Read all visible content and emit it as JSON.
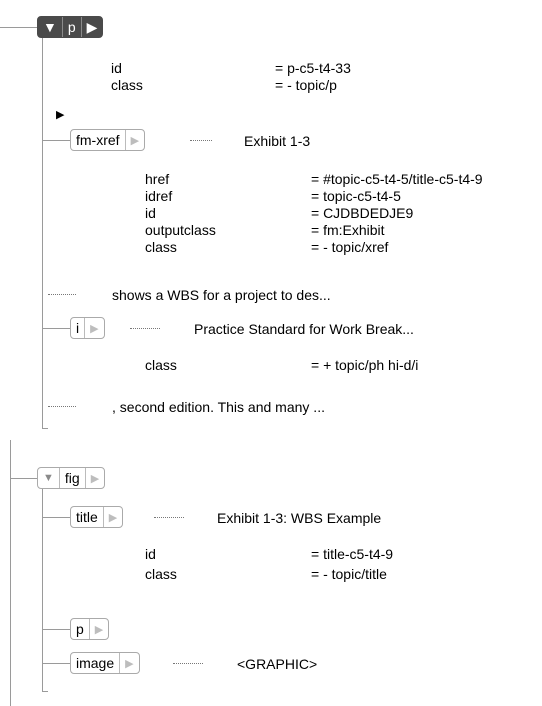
{
  "p_element": {
    "name": "p",
    "attrs": [
      {
        "name": "id",
        "value": "= p-c5-t4-33"
      },
      {
        "name": "class",
        "value": "= - topic/p"
      }
    ]
  },
  "xref_element": {
    "name": "fm-xref",
    "text": "Exhibit 1-3",
    "attrs": [
      {
        "name": "href",
        "value": "= #topic-c5-t4-5/title-c5-t4-9"
      },
      {
        "name": "idref",
        "value": "= topic-c5-t4-5"
      },
      {
        "name": "id",
        "value": "= CJDBDEDJE9"
      },
      {
        "name": "outputclass",
        "value": "= fm:Exhibit"
      },
      {
        "name": "class",
        "value": "= - topic/xref"
      }
    ]
  },
  "text_node_1": "shows a WBS for a project to des...",
  "i_element": {
    "name": "i",
    "text": "Practice Standard for Work Break...",
    "attrs": [
      {
        "name": "class",
        "value": "= + topic/ph hi-d/i"
      }
    ]
  },
  "text_node_2": ", second edition. This and many ...",
  "fig_element": {
    "name": "fig"
  },
  "title_element": {
    "name": "title",
    "text": "Exhibit 1-3: WBS Example",
    "attrs": [
      {
        "name": "id",
        "value": "= title-c5-t4-9"
      },
      {
        "name": "class",
        "value": "= - topic/title"
      }
    ]
  },
  "p2_element": {
    "name": "p"
  },
  "image_element": {
    "name": "image",
    "text": "<GRAPHIC>"
  },
  "icons": {
    "collapse": "triangle-down-icon",
    "expand": "triangle-right-icon",
    "cursor": "caret-marker-icon"
  }
}
